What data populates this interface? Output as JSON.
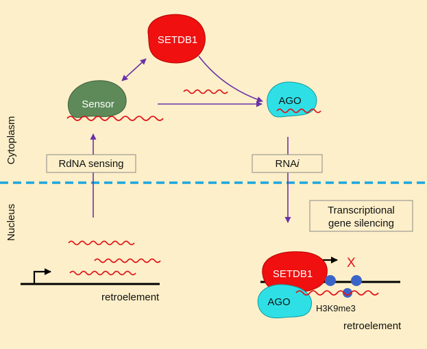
{
  "compartments": {
    "cytoplasm": "Cytoplasm",
    "nucleus": "Nucleus"
  },
  "proteins": {
    "setdb1_top": "SETDB1",
    "sensor": "Sensor",
    "ago_top": "AGO",
    "setdb1_bottom": "SETDB1",
    "ago_bottom": "AGO"
  },
  "boxes": {
    "rdna_sensing": "RdNA sensing",
    "rnai_prefix": "RNA",
    "rnai_italic": "i",
    "tgs_line1": "Transcriptional",
    "tgs_line2": "gene silencing"
  },
  "labels": {
    "retroelement_left": "retroelement",
    "retroelement_right": "retroelement",
    "h3k9me3": "H3K9me3",
    "blocked_mark": "X"
  },
  "colors": {
    "background": "#fdefc9",
    "setdb1": "#f01010",
    "sensor": "#5e8a5a",
    "ago": "#2ee0e6",
    "rna": "#e0141a",
    "arrow": "#6a32a8",
    "divider": "#19a6e0",
    "methyl_mark": "#3a64c8"
  }
}
